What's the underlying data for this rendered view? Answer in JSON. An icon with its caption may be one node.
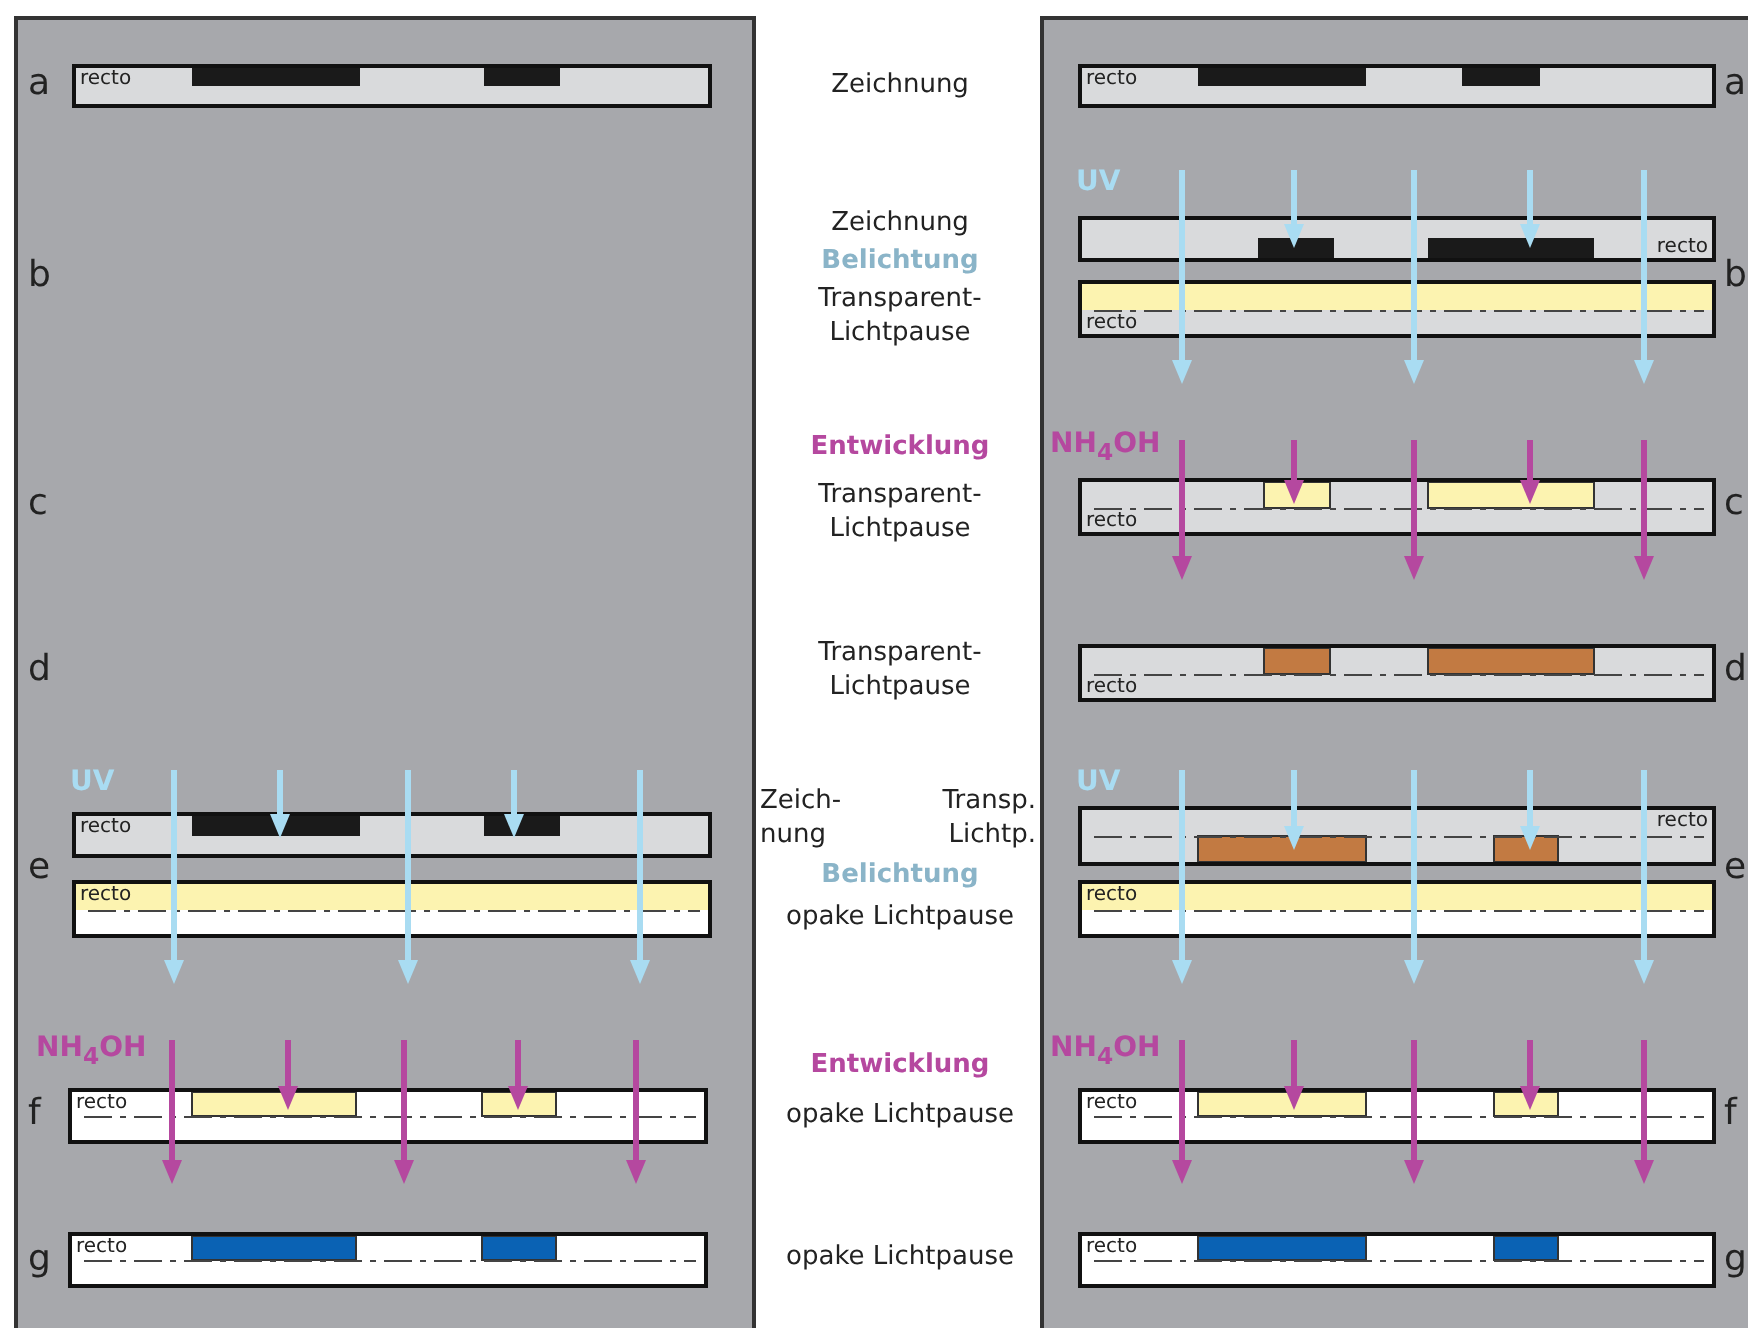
{
  "diagram": {
    "nodes": [
      {
        "text": [],
        "shape": "box"
      },
      {
        "text": [
          "recto"
        ],
        "in": 0
      },
      {
        "text": [
          "recto"
        ],
        "in": 0
      },
      {
        "text": [
          "recto"
        ],
        "in": 0
      },
      {
        "text": [
          "recto"
        ],
        "in": 0
      },
      {
        "text": [
          "recto"
        ],
        "in": 0
      },
      {
        "text": [],
        "shape": "box"
      },
      {
        "text": [
          "recto"
        ],
        "in": 6
      },
      {
        "text": [
          "recto"
        ],
        "in": 6
      },
      {
        "text": [
          "recto"
        ],
        "in": 6
      },
      {
        "text": [
          "recto"
        ],
        "in": 6
      },
      {
        "text": [
          "recto"
        ],
        "in": 6
      },
      {
        "text": [
          "recto"
        ],
        "in": 6
      },
      {
        "text": [
          "recto"
        ],
        "in": 6
      },
      {
        "text": [
          "recto"
        ],
        "in": 6
      },
      {
        "text": [
          "recto"
        ],
        "in": 6
      }
    ],
    "labels": [
      "a",
      "Zeichnung",
      "a",
      "UV",
      "Zeichnung",
      "Belichtung",
      "Transparent- Lichtpause",
      "b",
      "b",
      "Entwicklung",
      "NH$_{4}$OH",
      "Transparent- Lichtpause",
      "c",
      "c",
      "Transparent- Lichtpause",
      "d",
      "d",
      "UV",
      "Zeich- nung",
      "Transp. Lichtp.",
      "UV",
      "e",
      "Belichtung",
      "e",
      "opake Lichtpause",
      "NH$_{4}$OH",
      "Entwicklung",
      "NH$_{4}$OH",
      "f",
      "opake Lichtpause",
      "f",
      "g",
      "opake Lichtpause",
      "g"
    ]
  }
}
